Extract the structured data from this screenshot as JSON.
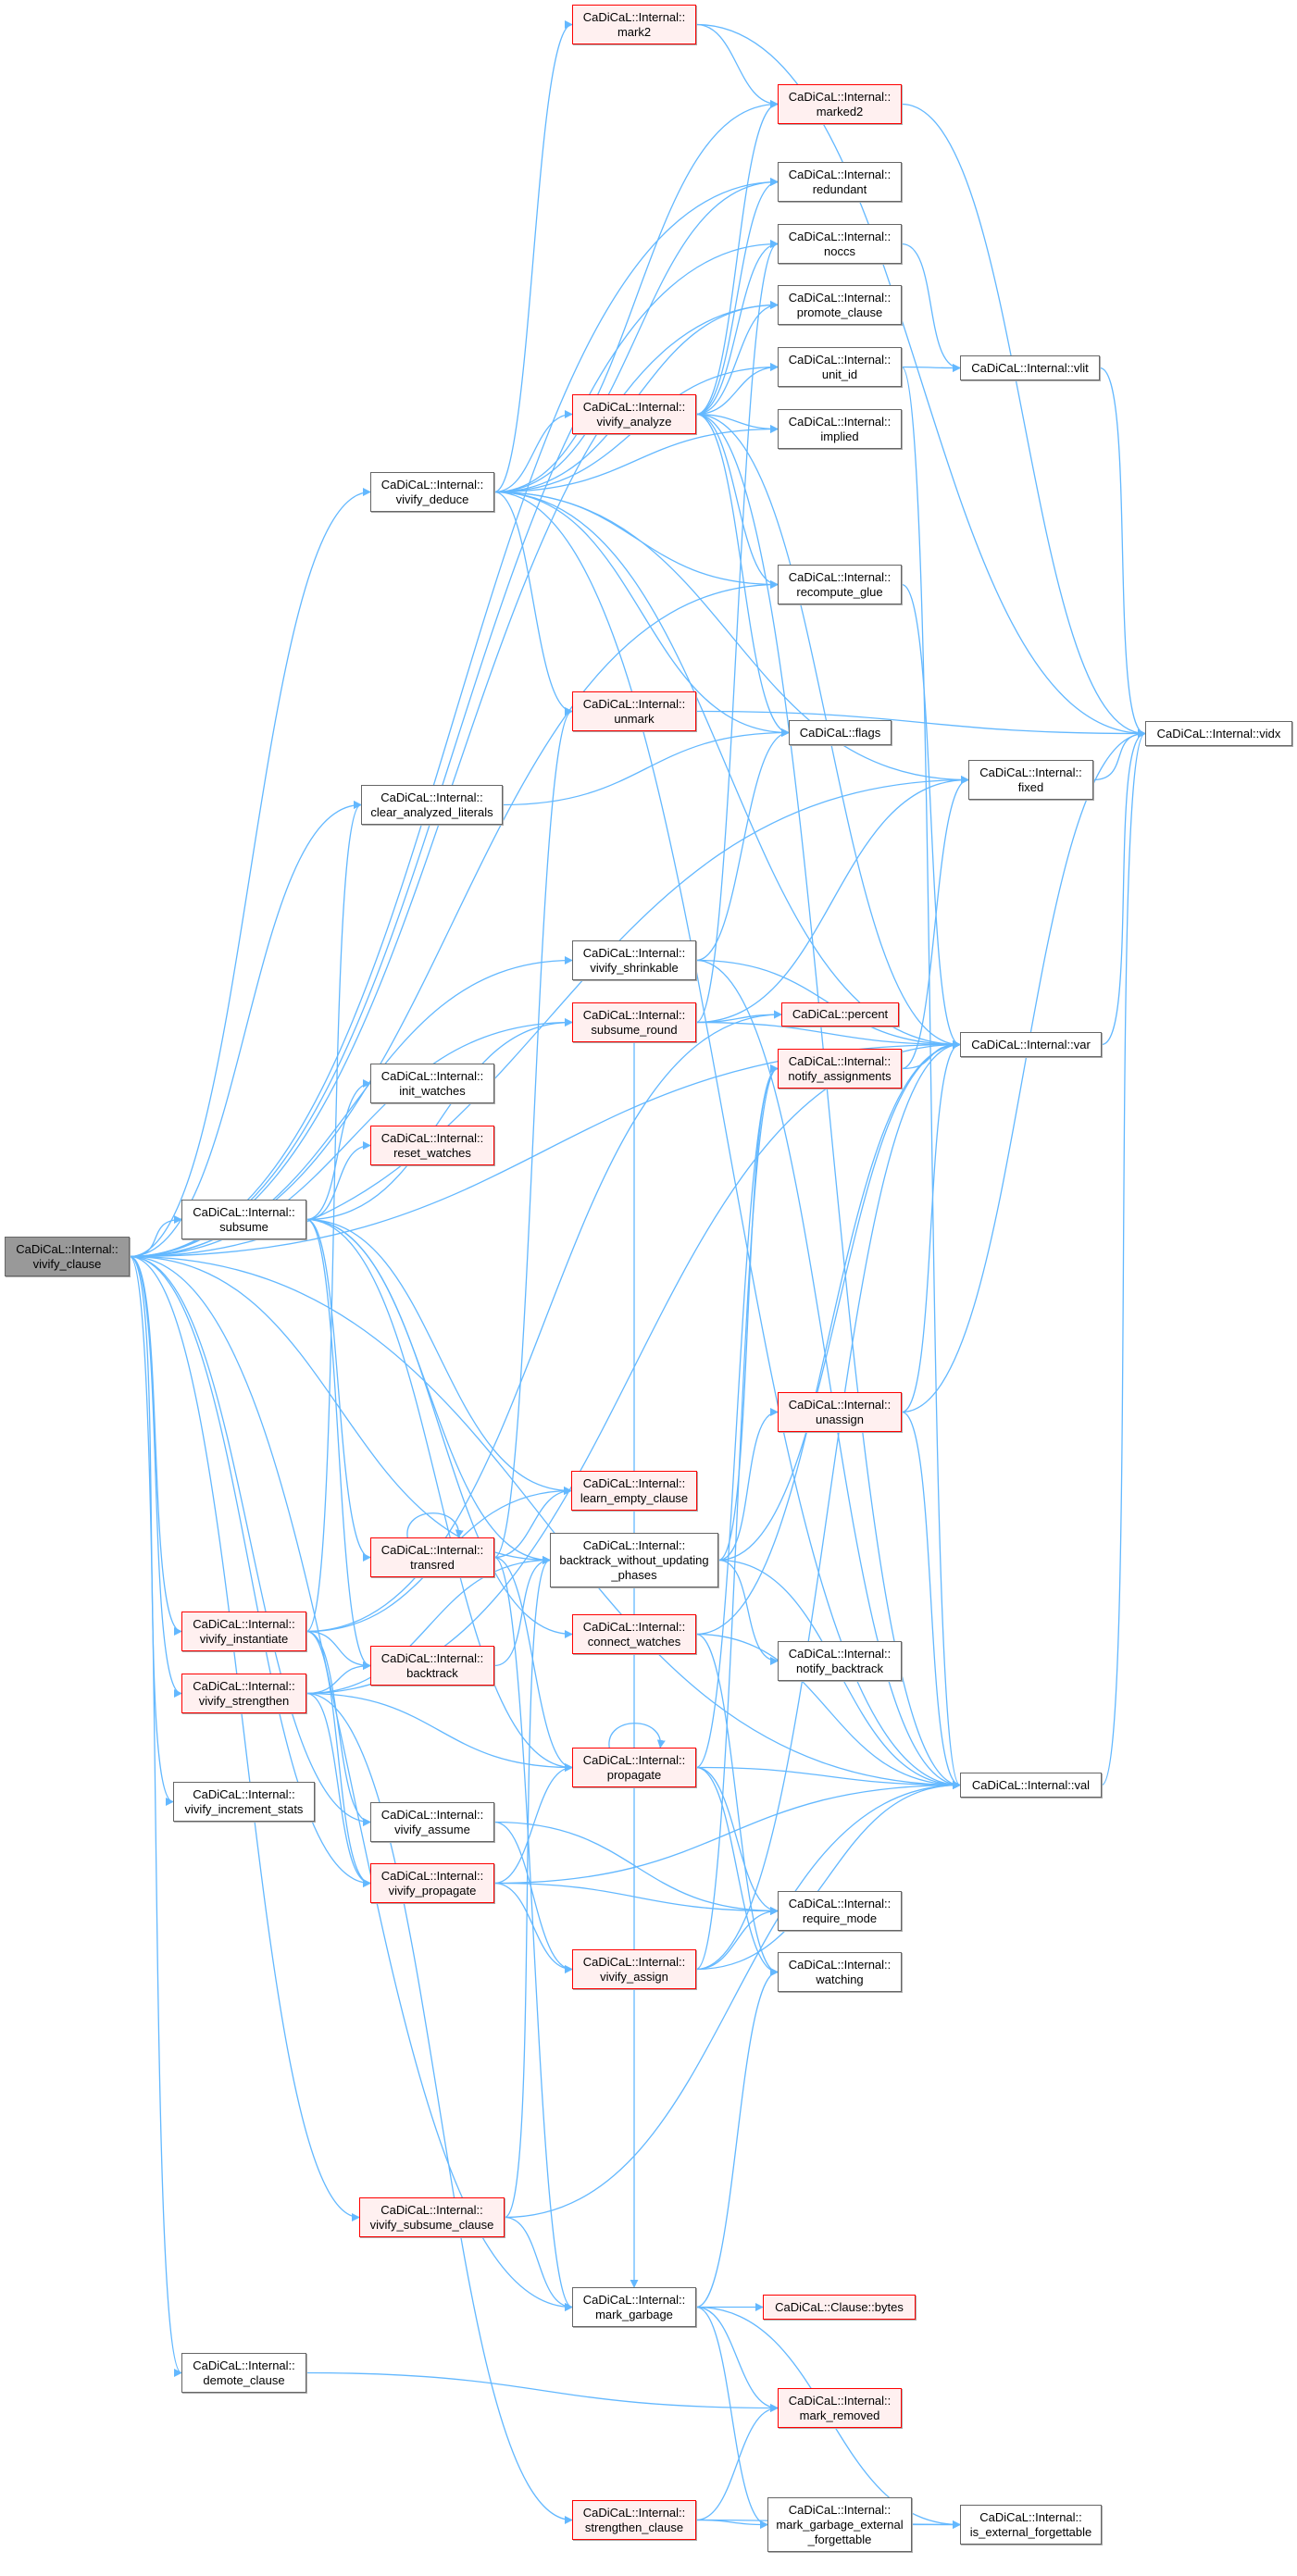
{
  "colors": {
    "edge": "#63b8ff",
    "red_border": "#ff0000",
    "red_fill": "#fff0f0",
    "root_fill": "#999999"
  },
  "nodes": [
    {
      "id": "vivify_clause",
      "lines": [
        "CaDiCaL::Internal::",
        "vivify_clause"
      ],
      "style": "root"
    },
    {
      "id": "mark2",
      "lines": [
        "CaDiCaL::Internal::",
        "mark2"
      ],
      "style": "red"
    },
    {
      "id": "marked2",
      "lines": [
        "CaDiCaL::Internal::",
        "marked2"
      ],
      "style": "red"
    },
    {
      "id": "redundant",
      "lines": [
        "CaDiCaL::Internal::",
        "redundant"
      ],
      "style": "plain"
    },
    {
      "id": "noccs",
      "lines": [
        "CaDiCaL::Internal::",
        "noccs"
      ],
      "style": "plain"
    },
    {
      "id": "promote_clause",
      "lines": [
        "CaDiCaL::Internal::",
        "promote_clause"
      ],
      "style": "plain"
    },
    {
      "id": "unit_id",
      "lines": [
        "CaDiCaL::Internal::",
        "unit_id"
      ],
      "style": "plain"
    },
    {
      "id": "vlit",
      "lines": [
        "CaDiCaL::Internal::vlit"
      ],
      "style": "plain"
    },
    {
      "id": "vivify_analyze",
      "lines": [
        "CaDiCaL::Internal::",
        "vivify_analyze"
      ],
      "style": "red"
    },
    {
      "id": "implied",
      "lines": [
        "CaDiCaL::Internal::",
        "implied"
      ],
      "style": "plain"
    },
    {
      "id": "vivify_deduce",
      "lines": [
        "CaDiCaL::Internal::",
        "vivify_deduce"
      ],
      "style": "plain"
    },
    {
      "id": "recompute_glue",
      "lines": [
        "CaDiCaL::Internal::",
        "recompute_glue"
      ],
      "style": "plain"
    },
    {
      "id": "unmark",
      "lines": [
        "CaDiCaL::Internal::",
        "unmark"
      ],
      "style": "red"
    },
    {
      "id": "flags",
      "lines": [
        "CaDiCaL::flags"
      ],
      "style": "plain"
    },
    {
      "id": "vidx",
      "lines": [
        "CaDiCaL::Internal::vidx"
      ],
      "style": "plain"
    },
    {
      "id": "fixed",
      "lines": [
        "CaDiCaL::Internal::",
        "fixed"
      ],
      "style": "plain"
    },
    {
      "id": "clear_analyzed_literals",
      "lines": [
        "CaDiCaL::Internal::",
        "clear_analyzed_literals"
      ],
      "style": "plain"
    },
    {
      "id": "vivify_shrinkable",
      "lines": [
        "CaDiCaL::Internal::",
        "vivify_shrinkable"
      ],
      "style": "plain"
    },
    {
      "id": "subsume_round",
      "lines": [
        "CaDiCaL::Internal::",
        "subsume_round"
      ],
      "style": "red"
    },
    {
      "id": "percent",
      "lines": [
        "CaDiCaL::percent"
      ],
      "style": "red"
    },
    {
      "id": "var",
      "lines": [
        "CaDiCaL::Internal::var"
      ],
      "style": "plain"
    },
    {
      "id": "notify_assignments",
      "lines": [
        "CaDiCaL::Internal::",
        "notify_assignments"
      ],
      "style": "red"
    },
    {
      "id": "init_watches",
      "lines": [
        "CaDiCaL::Internal::",
        "init_watches"
      ],
      "style": "plain"
    },
    {
      "id": "reset_watches",
      "lines": [
        "CaDiCaL::Internal::",
        "reset_watches"
      ],
      "style": "red"
    },
    {
      "id": "subsume",
      "lines": [
        "CaDiCaL::Internal::",
        "subsume"
      ],
      "style": "plain"
    },
    {
      "id": "unassign",
      "lines": [
        "CaDiCaL::Internal::",
        "unassign"
      ],
      "style": "red"
    },
    {
      "id": "learn_empty_clause",
      "lines": [
        "CaDiCaL::Internal::",
        "learn_empty_clause"
      ],
      "style": "red"
    },
    {
      "id": "transred",
      "lines": [
        "CaDiCaL::Internal::",
        "transred"
      ],
      "style": "red"
    },
    {
      "id": "backtrack_without_updating_phases",
      "lines": [
        "CaDiCaL::Internal::",
        "backtrack_without_updating",
        "_phases"
      ],
      "style": "plain"
    },
    {
      "id": "vivify_instantiate",
      "lines": [
        "CaDiCaL::Internal::",
        "vivify_instantiate"
      ],
      "style": "red"
    },
    {
      "id": "connect_watches",
      "lines": [
        "CaDiCaL::Internal::",
        "connect_watches"
      ],
      "style": "red"
    },
    {
      "id": "backtrack",
      "lines": [
        "CaDiCaL::Internal::",
        "backtrack"
      ],
      "style": "red"
    },
    {
      "id": "notify_backtrack",
      "lines": [
        "CaDiCaL::Internal::",
        "notify_backtrack"
      ],
      "style": "plain"
    },
    {
      "id": "vivify_strengthen",
      "lines": [
        "CaDiCaL::Internal::",
        "vivify_strengthen"
      ],
      "style": "red"
    },
    {
      "id": "propagate",
      "lines": [
        "CaDiCaL::Internal::",
        "propagate"
      ],
      "style": "red"
    },
    {
      "id": "val",
      "lines": [
        "CaDiCaL::Internal::val"
      ],
      "style": "plain"
    },
    {
      "id": "vivify_increment_stats",
      "lines": [
        "CaDiCaL::Internal::",
        "vivify_increment_stats"
      ],
      "style": "plain"
    },
    {
      "id": "vivify_assume",
      "lines": [
        "CaDiCaL::Internal::",
        "vivify_assume"
      ],
      "style": "plain"
    },
    {
      "id": "vivify_propagate",
      "lines": [
        "CaDiCaL::Internal::",
        "vivify_propagate"
      ],
      "style": "red"
    },
    {
      "id": "require_mode",
      "lines": [
        "CaDiCaL::Internal::",
        "require_mode"
      ],
      "style": "plain"
    },
    {
      "id": "vivify_assign",
      "lines": [
        "CaDiCaL::Internal::",
        "vivify_assign"
      ],
      "style": "red"
    },
    {
      "id": "watching",
      "lines": [
        "CaDiCaL::Internal::",
        "watching"
      ],
      "style": "plain"
    },
    {
      "id": "vivify_subsume_clause",
      "lines": [
        "CaDiCaL::Internal::",
        "vivify_subsume_clause"
      ],
      "style": "red"
    },
    {
      "id": "mark_garbage",
      "lines": [
        "CaDiCaL::Internal::",
        "mark_garbage"
      ],
      "style": "plain"
    },
    {
      "id": "bytes",
      "lines": [
        "CaDiCaL::Clause::bytes"
      ],
      "style": "red"
    },
    {
      "id": "demote_clause",
      "lines": [
        "CaDiCaL::Internal::",
        "demote_clause"
      ],
      "style": "plain"
    },
    {
      "id": "mark_removed",
      "lines": [
        "CaDiCaL::Internal::",
        "mark_removed"
      ],
      "style": "red"
    },
    {
      "id": "strengthen_clause",
      "lines": [
        "CaDiCaL::Internal::",
        "strengthen_clause"
      ],
      "style": "red"
    },
    {
      "id": "mark_garbage_external_forgettable",
      "lines": [
        "CaDiCaL::Internal::",
        "mark_garbage_external",
        "_forgettable"
      ],
      "style": "plain"
    },
    {
      "id": "is_external_forgettable",
      "lines": [
        "CaDiCaL::Internal::",
        "is_external_forgettable"
      ],
      "style": "plain"
    }
  ],
  "edges": [
    [
      "vivify_clause",
      "vivify_deduce"
    ],
    [
      "vivify_clause",
      "redundant"
    ],
    [
      "vivify_clause",
      "noccs"
    ],
    [
      "vivify_clause",
      "promote_clause"
    ],
    [
      "vivify_clause",
      "recompute_glue"
    ],
    [
      "vivify_clause",
      "clear_analyzed_literals"
    ],
    [
      "vivify_clause",
      "fixed"
    ],
    [
      "vivify_clause",
      "vivify_shrinkable"
    ],
    [
      "vivify_clause",
      "var"
    ],
    [
      "vivify_clause",
      "subsume_round"
    ],
    [
      "vivify_clause",
      "subsume"
    ],
    [
      "vivify_clause",
      "backtrack_without_updating_phases"
    ],
    [
      "vivify_clause",
      "vivify_instantiate"
    ],
    [
      "vivify_clause",
      "vivify_strengthen"
    ],
    [
      "vivify_clause",
      "vivify_increment_stats"
    ],
    [
      "vivify_clause",
      "vivify_assume"
    ],
    [
      "vivify_clause",
      "vivify_propagate"
    ],
    [
      "vivify_clause",
      "vivify_subsume_clause"
    ],
    [
      "vivify_clause",
      "mark_garbage"
    ],
    [
      "vivify_clause",
      "demote_clause"
    ],
    [
      "vivify_clause",
      "val"
    ],
    [
      "vivify_deduce",
      "mark2"
    ],
    [
      "vivify_deduce",
      "marked2"
    ],
    [
      "vivify_deduce",
      "redundant"
    ],
    [
      "vivify_deduce",
      "promote_clause"
    ],
    [
      "vivify_deduce",
      "unit_id"
    ],
    [
      "vivify_deduce",
      "vivify_analyze"
    ],
    [
      "vivify_deduce",
      "implied"
    ],
    [
      "vivify_deduce",
      "recompute_glue"
    ],
    [
      "vivify_deduce",
      "unmark"
    ],
    [
      "vivify_deduce",
      "flags"
    ],
    [
      "vivify_deduce",
      "var"
    ],
    [
      "vivify_deduce",
      "val"
    ],
    [
      "vivify_deduce",
      "fixed"
    ],
    [
      "mark2",
      "marked2"
    ],
    [
      "mark2",
      "vidx"
    ],
    [
      "marked2",
      "vidx"
    ],
    [
      "noccs",
      "vlit"
    ],
    [
      "unit_id",
      "vlit"
    ],
    [
      "unit_id",
      "val"
    ],
    [
      "vlit",
      "vidx"
    ],
    [
      "vivify_analyze",
      "marked2"
    ],
    [
      "vivify_analyze",
      "redundant"
    ],
    [
      "vivify_analyze",
      "promote_clause"
    ],
    [
      "vivify_analyze",
      "unit_id"
    ],
    [
      "vivify_analyze",
      "implied"
    ],
    [
      "vivify_analyze",
      "recompute_glue"
    ],
    [
      "vivify_analyze",
      "flags"
    ],
    [
      "vivify_analyze",
      "var"
    ],
    [
      "vivify_analyze",
      "val"
    ],
    [
      "vivify_analyze",
      "noccs"
    ],
    [
      "recompute_glue",
      "var"
    ],
    [
      "unmark",
      "vidx"
    ],
    [
      "fixed",
      "vidx"
    ],
    [
      "var",
      "vidx"
    ],
    [
      "val",
      "vidx"
    ],
    [
      "clear_analyzed_literals",
      "flags"
    ],
    [
      "vivify_shrinkable",
      "flags"
    ],
    [
      "vivify_shrinkable",
      "var"
    ],
    [
      "vivify_shrinkable",
      "val"
    ],
    [
      "subsume_round",
      "percent"
    ],
    [
      "subsume_round",
      "fixed"
    ],
    [
      "subsume_round",
      "var"
    ],
    [
      "subsume_round",
      "noccs"
    ],
    [
      "subsume_round",
      "mark_garbage"
    ],
    [
      "notify_assignments",
      "fixed"
    ],
    [
      "notify_assignments",
      "var"
    ],
    [
      "subsume",
      "init_watches"
    ],
    [
      "subsume",
      "reset_watches"
    ],
    [
      "subsume",
      "subsume_round"
    ],
    [
      "subsume",
      "learn_empty_clause"
    ],
    [
      "subsume",
      "transred"
    ],
    [
      "subsume",
      "backtrack"
    ],
    [
      "subsume",
      "backtrack_without_updating_phases"
    ],
    [
      "subsume",
      "propagate"
    ],
    [
      "subsume",
      "connect_watches"
    ],
    [
      "transred",
      "transred"
    ],
    [
      "transred",
      "unmark"
    ],
    [
      "transred",
      "learn_empty_clause"
    ],
    [
      "transred",
      "propagate"
    ],
    [
      "transred",
      "mark_garbage"
    ],
    [
      "backtrack",
      "backtrack_without_updating_phases"
    ],
    [
      "backtrack_without_updating_phases",
      "unassign"
    ],
    [
      "backtrack_without_updating_phases",
      "notify_backtrack"
    ],
    [
      "backtrack_without_updating_phases",
      "notify_assignments"
    ],
    [
      "backtrack_without_updating_phases",
      "var"
    ],
    [
      "backtrack_without_updating_phases",
      "val"
    ],
    [
      "unassign",
      "var"
    ],
    [
      "unassign",
      "vidx"
    ],
    [
      "unassign",
      "val"
    ],
    [
      "connect_watches",
      "var"
    ],
    [
      "connect_watches",
      "val"
    ],
    [
      "connect_watches",
      "watching"
    ],
    [
      "vivify_instantiate",
      "clear_analyzed_literals"
    ],
    [
      "vivify_instantiate",
      "learn_empty_clause"
    ],
    [
      "vivify_instantiate",
      "backtrack"
    ],
    [
      "vivify_instantiate",
      "vivify_assume"
    ],
    [
      "vivify_instantiate",
      "vivify_propagate"
    ],
    [
      "vivify_instantiate",
      "percent"
    ],
    [
      "vivify_strengthen",
      "backtrack"
    ],
    [
      "vivify_strengthen",
      "propagate"
    ],
    [
      "vivify_strengthen",
      "strengthen_clause"
    ],
    [
      "vivify_strengthen",
      "vivify_propagate"
    ],
    [
      "vivify_strengthen",
      "var"
    ],
    [
      "vivify_strengthen",
      "backtrack_without_updating_phases"
    ],
    [
      "propagate",
      "propagate"
    ],
    [
      "propagate",
      "val"
    ],
    [
      "propagate",
      "require_mode"
    ],
    [
      "propagate",
      "watching"
    ],
    [
      "propagate",
      "notify_assignments"
    ],
    [
      "vivify_assume",
      "require_mode"
    ],
    [
      "vivify_assume",
      "vivify_assign"
    ],
    [
      "vivify_propagate",
      "propagate"
    ],
    [
      "vivify_propagate",
      "require_mode"
    ],
    [
      "vivify_propagate",
      "vivify_assign"
    ],
    [
      "vivify_propagate",
      "val"
    ],
    [
      "vivify_assign",
      "require_mode"
    ],
    [
      "vivify_assign",
      "var"
    ],
    [
      "vivify_assign",
      "val"
    ],
    [
      "vivify_assign",
      "notify_assignments"
    ],
    [
      "vivify_subsume_clause",
      "mark_garbage"
    ],
    [
      "vivify_subsume_clause",
      "val"
    ],
    [
      "vivify_subsume_clause",
      "backtrack_without_updating_phases"
    ],
    [
      "mark_garbage",
      "bytes"
    ],
    [
      "mark_garbage",
      "mark_removed"
    ],
    [
      "mark_garbage",
      "mark_garbage_external_forgettable"
    ],
    [
      "mark_garbage",
      "is_external_forgettable"
    ],
    [
      "mark_garbage",
      "watching"
    ],
    [
      "demote_clause",
      "mark_removed"
    ],
    [
      "strengthen_clause",
      "mark_removed"
    ],
    [
      "strengthen_clause",
      "mark_garbage_external_forgettable"
    ],
    [
      "strengthen_clause",
      "is_external_forgettable"
    ],
    [
      "mark_garbage_external_forgettable",
      "is_external_forgettable"
    ]
  ]
}
